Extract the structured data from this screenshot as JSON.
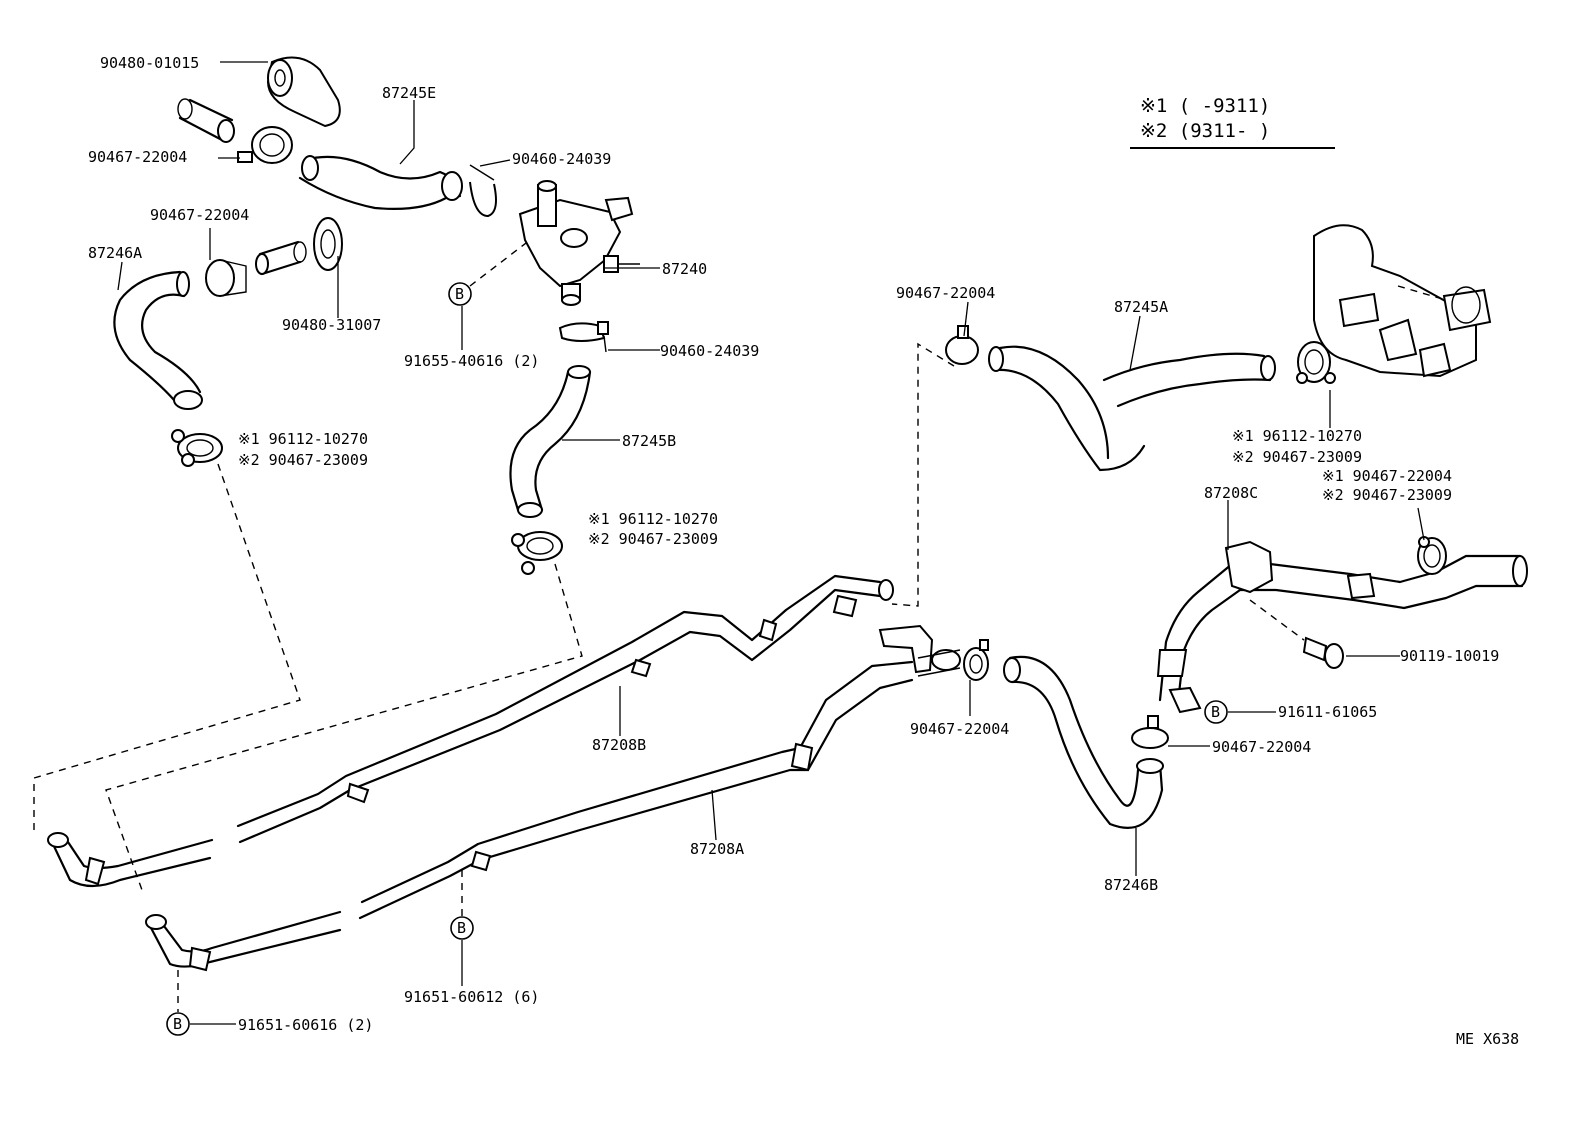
{
  "legend": {
    "line1": "※1 (      -9311)",
    "line2": "※2 (9311-      )"
  },
  "bolt_marker": "B",
  "part_labels": {
    "p9048001015": "90480-01015",
    "p87245E": "87245E",
    "p90467_a": "90467-22004",
    "p90460_a": "90460-24039",
    "p90467_b": "90467-22004",
    "p87246A": "87246A",
    "p87240": "87240",
    "p9048031007": "90480-31007",
    "p91655": "91655-40616 (2)",
    "p90460_b": "90460-24039",
    "p87245B": "87245B",
    "clampL_1": "※1 96112-10270",
    "clampL_2": "※2 90467-23009",
    "clampM_1": "※1 96112-10270",
    "clampM_2": "※2 90467-23009",
    "p90467_c": "90467-22004",
    "p87245A": "87245A",
    "clampR_1": "※1 96112-10270",
    "clampR_2": "※2 90467-23009",
    "clampR2_1": "※1 90467-22004",
    "clampR2_2": "※2 90467-23009",
    "p87208C": "87208C",
    "p90119": "90119-10019",
    "p91611": "91611-61065",
    "p90467_d": "90467-22004",
    "p90467_e": "90467-22004",
    "p87208B": "87208B",
    "p87208A": "87208A",
    "p87246B": "87246B",
    "p91651_6": "91651-60612 (6)",
    "p91651_2": "91651-60616 (2)",
    "ref": "ME X638"
  }
}
